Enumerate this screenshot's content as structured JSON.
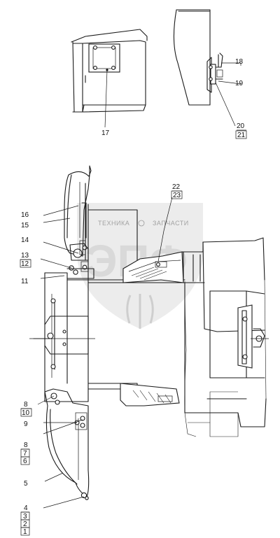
{
  "watermark": {
    "text_top": "ТЕХНИКА",
    "text_right": "ЗАПЧАСТИ",
    "logo_letters": "ЭПФ"
  },
  "callouts": {
    "c17": "17",
    "c18": "18",
    "c19": "19",
    "c20": "20",
    "c21": "21",
    "c22": "22",
    "c23": "23",
    "c16": "16",
    "c15": "15",
    "c14": "14",
    "c13": "13",
    "c12": "12",
    "c11": "11",
    "c8a": "8",
    "c10": "10",
    "c9": "9",
    "c8b": "8",
    "c7": "7",
    "c6": "6",
    "c5": "5",
    "c4": "4",
    "c3": "3",
    "c2": "2",
    "c1": "1"
  }
}
